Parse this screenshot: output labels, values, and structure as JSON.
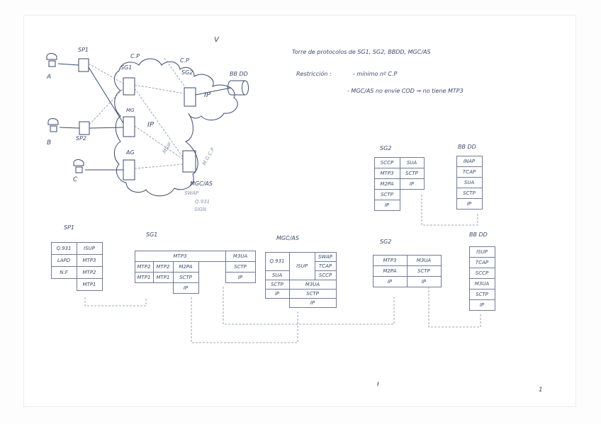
{
  "mark_v": "V",
  "network": {
    "sp1": "SP1",
    "sp2": "SP2",
    "sg1": "SG1",
    "cp_sg1": "C.P",
    "cp_sg2": "C.P",
    "sg2": "SG2",
    "bbdd": "BB DD",
    "ip_small": "IP",
    "ip_big": "IP",
    "mg": "MG",
    "ag": "AG",
    "sip_label": "MSIP",
    "mgc_cp": "M.G.C.P",
    "mgc_as": "MGC/AS",
    "mgc_note1": "SWAP",
    "mgc_note2": "Q.931",
    "mgc_note3": "SIGN",
    "user_a": "A",
    "user_b": "B",
    "user_c": "C"
  },
  "notes": {
    "title": "Torre de protocolos de SG1, SG2, BBDD, MGC/AS",
    "restriction_label": "Restricción :",
    "restriction_1": "- mínimo nº C.P",
    "restriction_2": "- MGC/AS no envíe COD → no tiene MTP3"
  },
  "stacks": {
    "sg2_top_title": "SG2",
    "sg2_top": [
      [
        "SCCP",
        "SUA"
      ],
      [
        "MTP3",
        "SCTP"
      ],
      [
        "M2PA",
        "IP"
      ],
      [
        "SCTP",
        ""
      ],
      [
        "IP",
        ""
      ]
    ],
    "bbdd_top_title": "BB DD",
    "bbdd_top": [
      "INAP",
      "TCAP",
      "SUA",
      "SCTP",
      "IP"
    ],
    "sp1_title": "SP1",
    "sp1": [
      [
        "Q.931",
        "ISUP"
      ],
      [
        "LAPD",
        "MTP3"
      ],
      [
        "N.F",
        "MTP2"
      ],
      [
        "",
        "MTP1"
      ]
    ],
    "sg1_title": "SG1",
    "sg1_row1": [
      "MTP3",
      "M3UA"
    ],
    "sg1_row2": [
      "MTP2",
      "MTP2",
      "M2PA",
      "SCTP"
    ],
    "sg1_row3": [
      "MTP1",
      "MTP1",
      "SCTP",
      "IP"
    ],
    "sg1_row4": "IP",
    "mgc_title": "MGC/AS",
    "mgc_r1": [
      "Q.931",
      "ISUP",
      "SWAP"
    ],
    "mgc_r1b": [
      "TCAP"
    ],
    "mgc_r2": [
      "SUA",
      "SCCP"
    ],
    "mgc_r3": [
      "SCTP",
      "M3UA"
    ],
    "mgc_r4": [
      "IP",
      "SCTP"
    ],
    "mgc_r5": "IP",
    "sg2_bot_title": "SG2",
    "sg2_bot": [
      [
        "MTP3",
        "M3UA"
      ],
      [
        "M2PA",
        "SCTP"
      ],
      [
        "IP",
        "IP"
      ]
    ],
    "bbdd_bot_title": "BB DD",
    "bbdd_bot": [
      "ISUP",
      "TCAP",
      "SCCP",
      "M3UA",
      "SCTP",
      "IP"
    ]
  },
  "page_number": "1"
}
